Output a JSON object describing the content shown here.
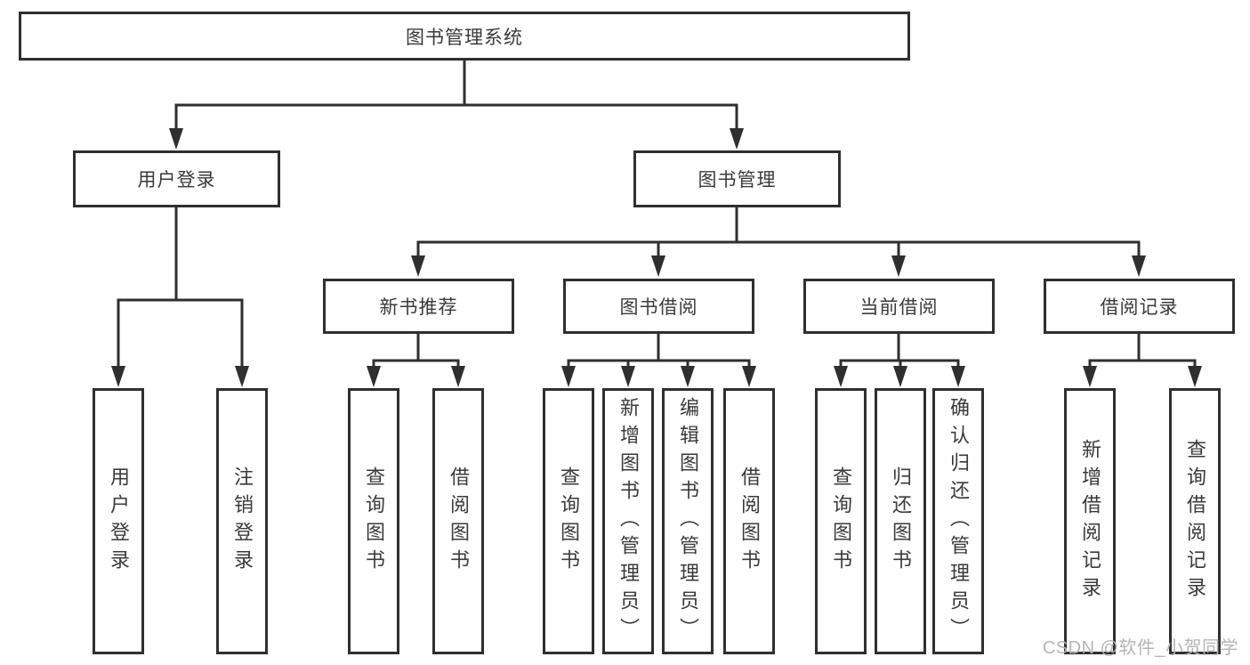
{
  "tree": {
    "label": "图书管理系统",
    "children": [
      {
        "label": "用户登录",
        "children": [
          {
            "label": "用户登录"
          },
          {
            "label": "注销登录"
          }
        ]
      },
      {
        "label": "图书管理",
        "children": [
          {
            "label": "新书推荐",
            "children": [
              {
                "label": "查询图书"
              },
              {
                "label": "借阅图书"
              }
            ]
          },
          {
            "label": "图书借阅",
            "children": [
              {
                "label": "查询图书"
              },
              {
                "label": "新增图书（管理员）"
              },
              {
                "label": "编辑图书（管理员）"
              },
              {
                "label": "借阅图书"
              }
            ]
          },
          {
            "label": "当前借阅",
            "children": [
              {
                "label": "查询图书"
              },
              {
                "label": "归还图书"
              },
              {
                "label": "确认归还（管理员）"
              }
            ]
          },
          {
            "label": "借阅记录",
            "children": [
              {
                "label": "新增借阅记录"
              },
              {
                "label": "查询借阅记录"
              }
            ]
          }
        ]
      }
    ]
  },
  "watermark": {
    "text": "CSDN @软件_小贺同学"
  },
  "colors": {
    "line": "#2f2f2f",
    "text": "#3a3a3a",
    "watermark": "#b5b5b7",
    "background": "#ffffff"
  }
}
